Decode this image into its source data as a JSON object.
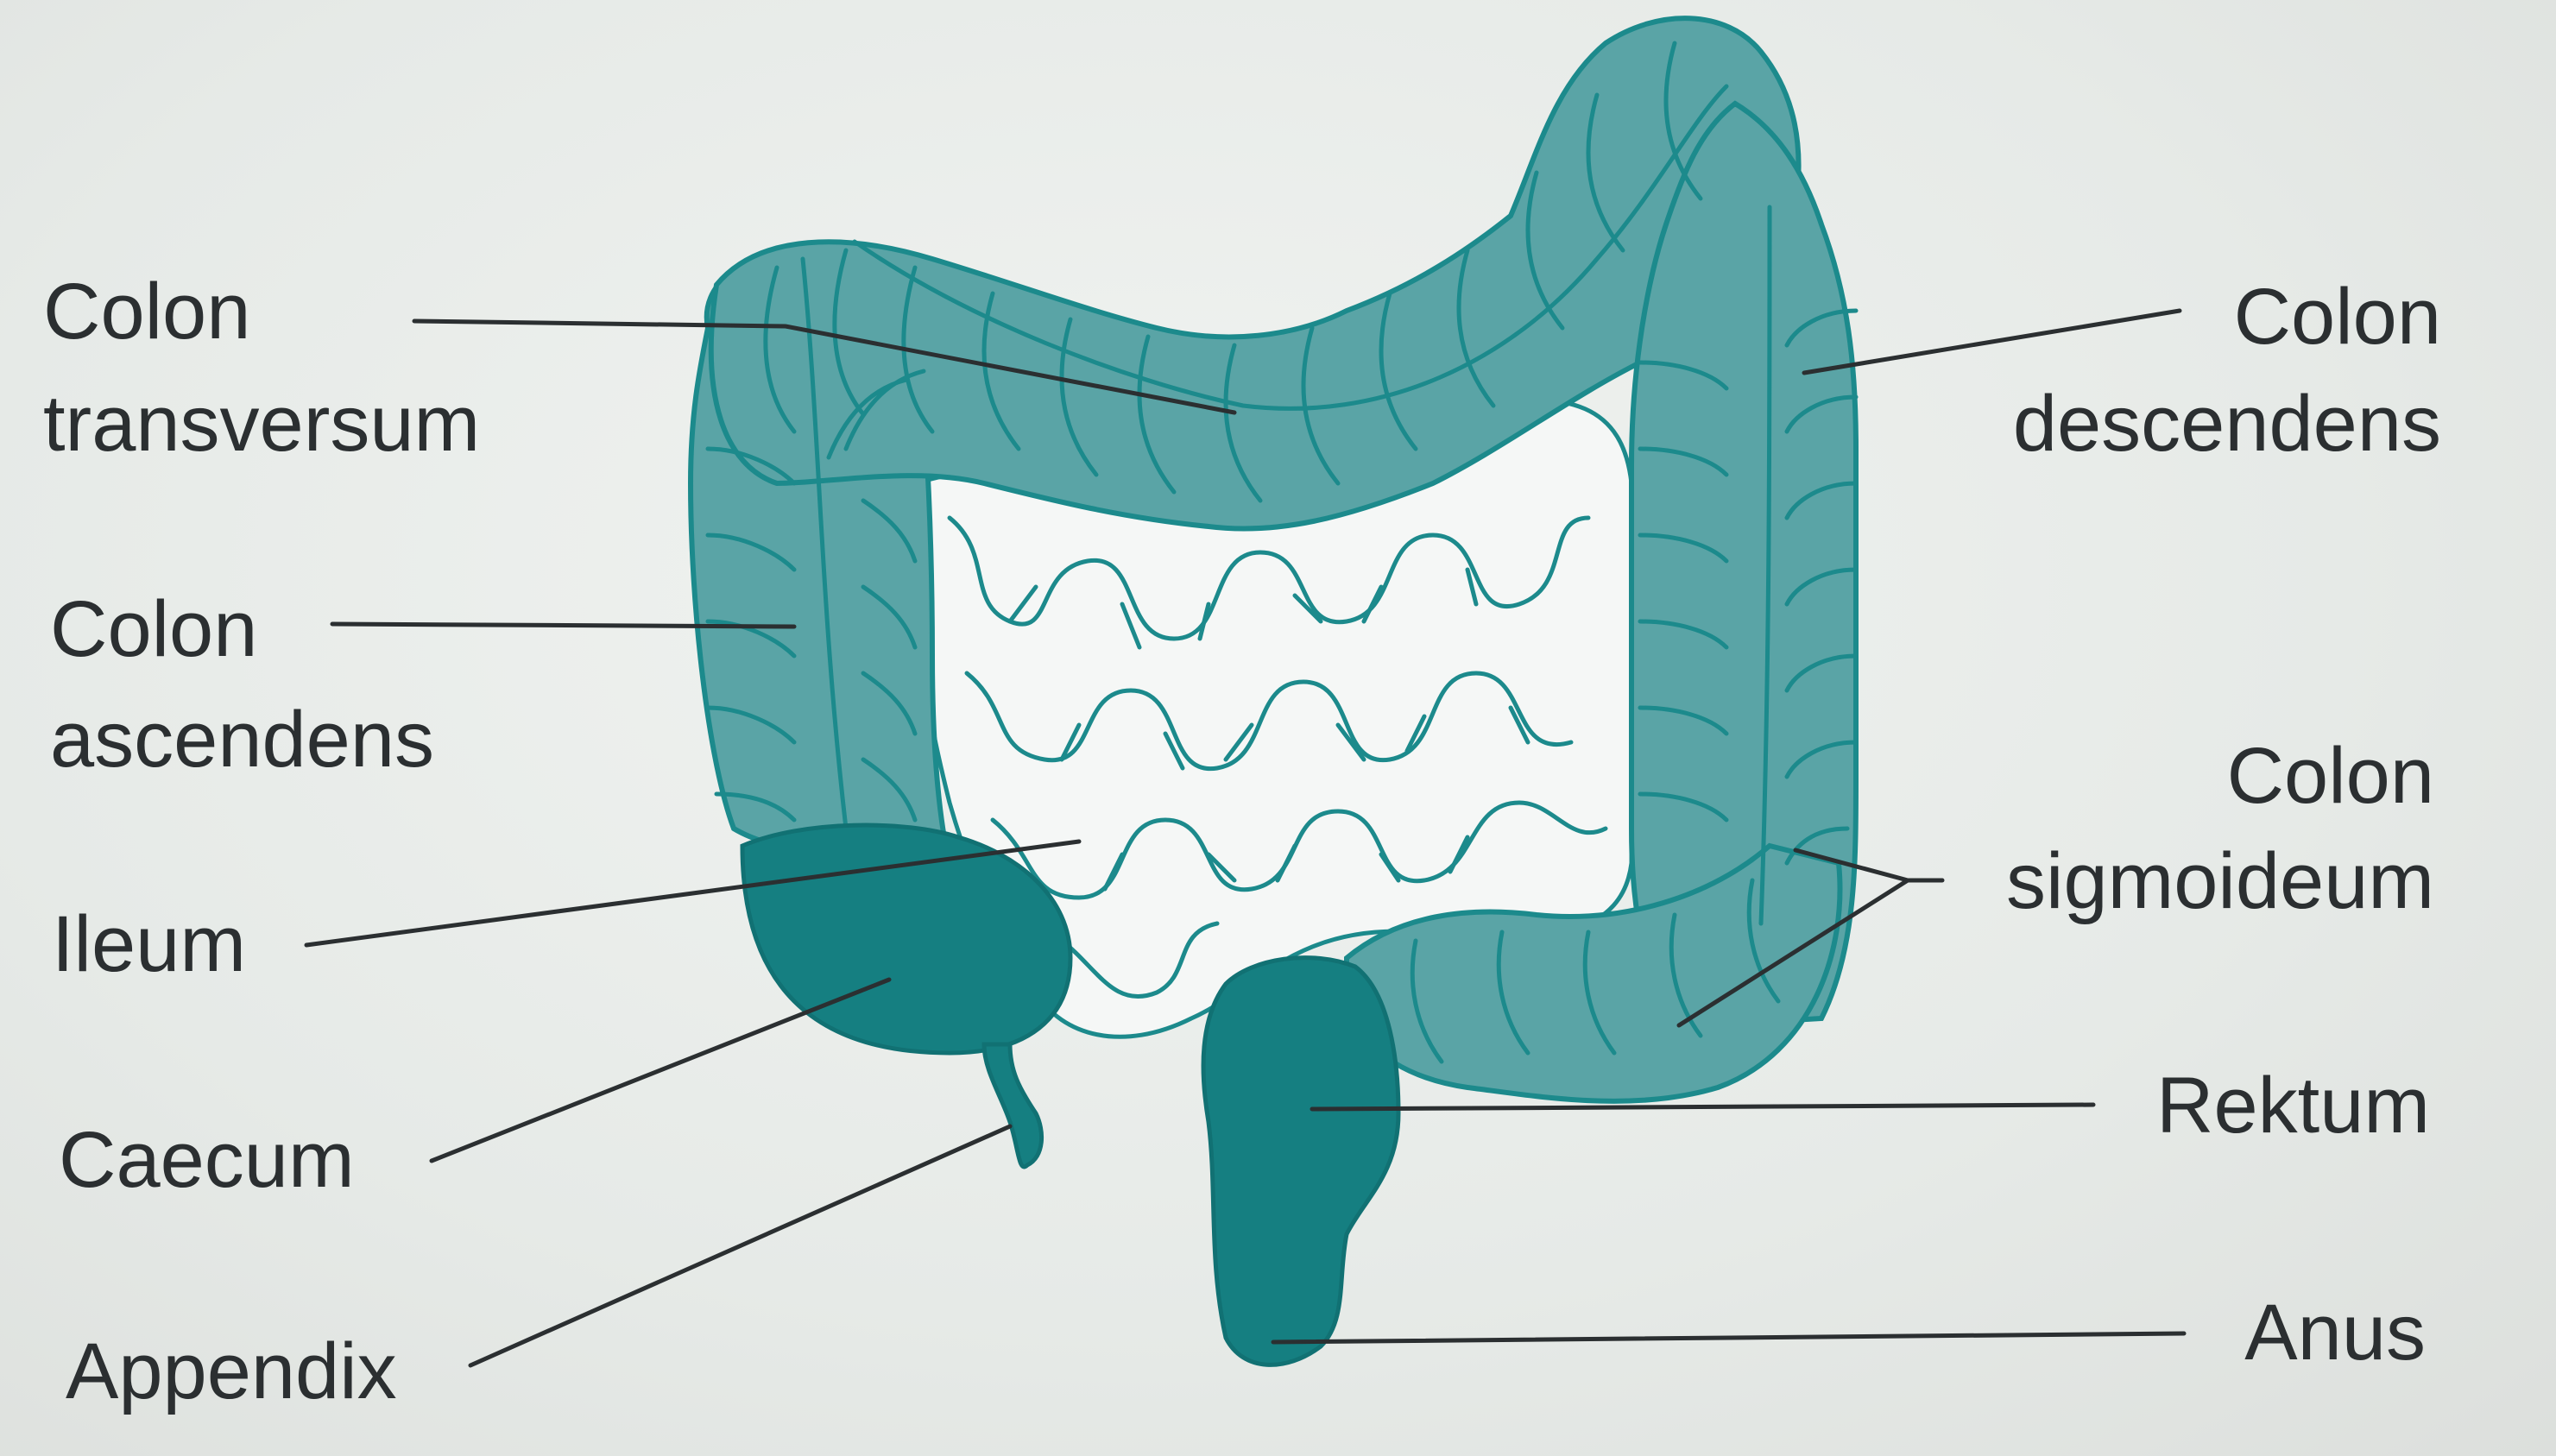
{
  "labels": {
    "colon_transversum": [
      "Colon",
      "transversum"
    ],
    "colon_ascendens": [
      "Colon",
      "ascendens"
    ],
    "ileum": "Ileum",
    "caecum": "Caecum",
    "appendix": "Appendix",
    "colon_descendens": [
      "Colon",
      "descendens"
    ],
    "colon_sigmoideum": [
      "Colon",
      "sigmoideum"
    ],
    "rektum": "Rektum",
    "anus": "Anus"
  },
  "colors": {
    "colon": "#5aa4a6",
    "outline": "#1c8a8c",
    "caecum_rectum": "#157f81",
    "background": "#e8ece9",
    "text": "#2b2f31"
  }
}
